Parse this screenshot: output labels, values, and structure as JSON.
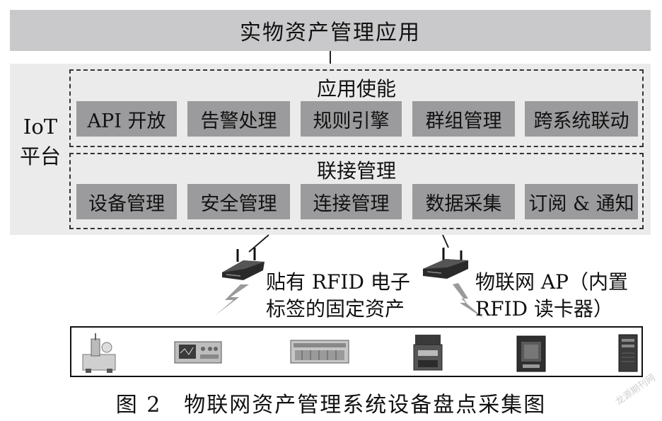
{
  "top_application": "实物资产管理应用",
  "platform": {
    "label_line1": "IoT",
    "label_line2": "平台",
    "enablement": {
      "title": "应用使能",
      "modules": [
        "API 开放",
        "告警处理",
        "规则引擎",
        "群组管理",
        "跨系统联动"
      ]
    },
    "connection": {
      "title": "联接管理",
      "modules": [
        "设备管理",
        "安全管理",
        "连接管理",
        "数据采集",
        "订阅 & 通知"
      ]
    }
  },
  "left_ap": {
    "line1": "贴有 RFID 电子",
    "line2": "标签的固定资产"
  },
  "right_ap": {
    "line1": "物联网 AP（内置",
    "line2": "RFID 读卡器）"
  },
  "devices": [
    "lab-equipment-icon",
    "oscilloscope-icon",
    "network-chassis-icon",
    "printer-icon",
    "server-cabinet-icon",
    "tower-server-icon"
  ],
  "caption": "图 2　物联网资产管理系统设备盘点采集图",
  "watermark": "龙源期刊网"
}
